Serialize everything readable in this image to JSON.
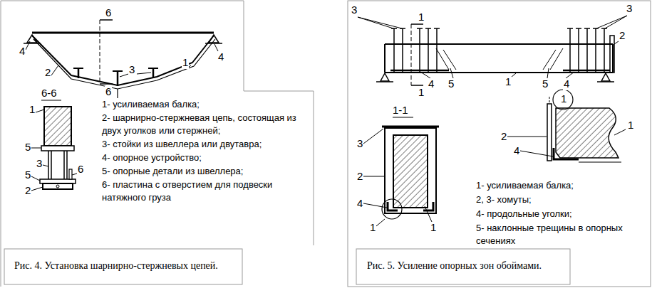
{
  "diagram": {
    "labels": [
      "6",
      "6",
      "4",
      "4",
      "2",
      "3",
      "1",
      "6-6",
      "1",
      "5",
      "3",
      "5",
      "6",
      "2",
      "1- усиливаемая балка;",
      "2- шарнирно-стержневая цепь, состоящая из двух уголков или стержней;",
      "3- стойки из швеллера или двутавра;",
      "4- опорное устройство;",
      "5- опорные детали из швеллера;",
      "6- пластина с отверстием для подвески натяжного груза",
      "Рис. 4. Установка шарнирно-стержневых цепей.",
      "3",
      "1",
      "3",
      "2",
      "5",
      "4",
      "1",
      "4",
      "5",
      "1",
      "1-1",
      "3",
      "2",
      "4",
      "1",
      "1",
      "1",
      "2",
      "4",
      "1",
      "1- усиливаемая балка;",
      "2, 3- хомуты;",
      "4- продольные уголки;",
      "5- наклонные трещины в опорных сечениях",
      "Рис. 5. Усиление опорных зон обоймами."
    ]
  }
}
